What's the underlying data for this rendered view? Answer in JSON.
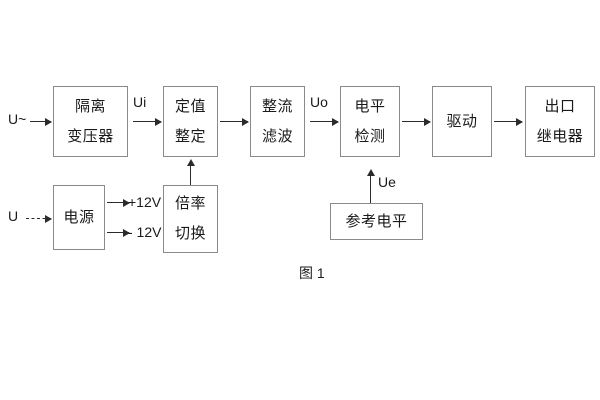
{
  "figure": {
    "caption": "图 1",
    "background_color": "#ffffff",
    "box_border_color": "#8a8a8a",
    "arrow_color": "#2b2b2b",
    "text_color": "#1a1a1a"
  },
  "inputs": [
    {
      "label": "U~",
      "arrow_style": "solid"
    },
    {
      "label": "U",
      "arrow_style": "dashed"
    }
  ],
  "signal_labels": [
    {
      "name": "Ui"
    },
    {
      "name": "Uo"
    },
    {
      "name": "Ue"
    }
  ],
  "supply_outputs": [
    {
      "label": "+12V"
    },
    {
      "label": "- 12V"
    }
  ],
  "blocks": {
    "isolation_transformer": {
      "line1": "隔离",
      "line2": "变压器"
    },
    "setting_value": {
      "line1": "定值",
      "line2": "整定"
    },
    "rectify_filter": {
      "line1": "整流",
      "line2": "滤波"
    },
    "level_detect": {
      "line1": "电平",
      "line2": "检测"
    },
    "drive": {
      "line1": "驱动"
    },
    "output_relay": {
      "line1": "出口",
      "line2": "继电器"
    },
    "power_supply": {
      "line1": "电源"
    },
    "multiplier_switch": {
      "line1": "倍率",
      "line2": "切换"
    },
    "reference_level": {
      "line1": "参考电平"
    }
  }
}
